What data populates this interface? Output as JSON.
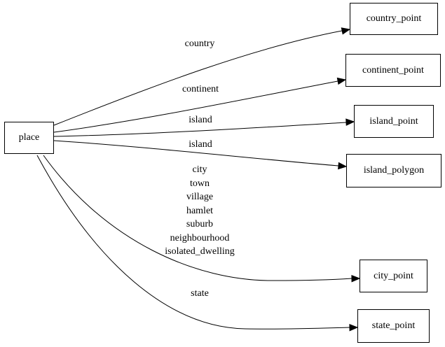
{
  "diagram": {
    "type": "graphviz-digraph",
    "background": "#ffffff",
    "edge_color": "#000000",
    "node_border_color": "#000000",
    "text_color": "#000000"
  },
  "nodes": {
    "place": {
      "label": "place"
    },
    "country_point": {
      "label": "country_point"
    },
    "continent_point": {
      "label": "continent_point"
    },
    "island_point": {
      "label": "island_point"
    },
    "island_polygon": {
      "label": "island_polygon"
    },
    "city_point": {
      "label": "city_point"
    },
    "state_point": {
      "label": "state_point"
    }
  },
  "edges": [
    {
      "from": "place",
      "to": "country_point",
      "label": "country"
    },
    {
      "from": "place",
      "to": "continent_point",
      "label": "continent"
    },
    {
      "from": "place",
      "to": "island_point",
      "label": "island"
    },
    {
      "from": "place",
      "to": "island_polygon",
      "label": "island"
    },
    {
      "from": "place",
      "to": "city_point",
      "label_lines": [
        "city",
        "town",
        "village",
        "hamlet",
        "suburb",
        "neighbourhood",
        "isolated_dwelling"
      ]
    },
    {
      "from": "place",
      "to": "state_point",
      "label": "state"
    }
  ]
}
